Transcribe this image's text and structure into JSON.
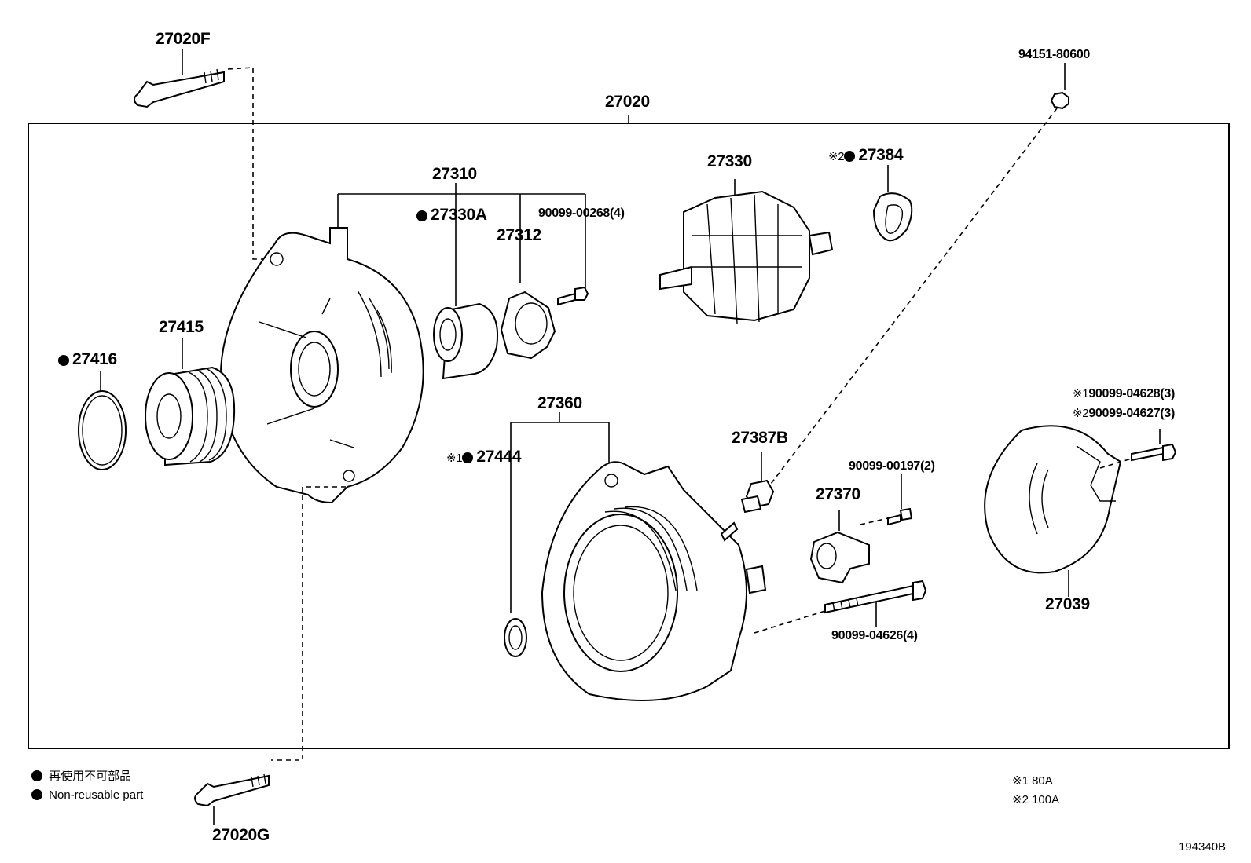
{
  "labels": {
    "bolt_top": "27020F",
    "assembly": "27020",
    "nut": "94151-80600",
    "frame_assy": "27310",
    "bearing": "27330A",
    "screw_4": "90099-00268(4)",
    "retainer": "27312",
    "rotor": "27330",
    "seal_mark": "※2",
    "seal": "27384",
    "pulley": "27415",
    "snap_ring": "27416",
    "rear_frame": "27360",
    "washer_mark": "※1",
    "washer": "27444",
    "terminal_insulator": "27387B",
    "screw_2": "90099-00197(2)",
    "regulator": "27370",
    "bolt_3a_mark": "※1",
    "bolt_3a": "90099-04628(3)",
    "bolt_3b_mark": "※2",
    "bolt_3b": "90099-04627(3)",
    "cover": "27039",
    "bolt_4": "90099-04626(4)",
    "bolt_bottom": "27020G"
  },
  "legend": {
    "jp": "再使用不可部品",
    "en": "Non-reusable part"
  },
  "notes": {
    "n1": "※1 80A",
    "n2": "※2 100A"
  },
  "figure_id": "194340B"
}
